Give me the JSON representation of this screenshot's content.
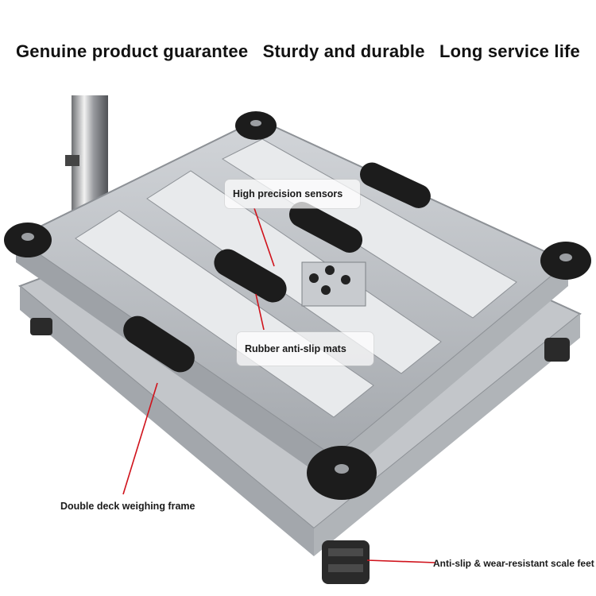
{
  "headline": {
    "items": [
      "Genuine product guarantee",
      "Sturdy and durable",
      "Long service life"
    ]
  },
  "callouts": {
    "sensors": "High precision sensors",
    "mats": "Rubber anti-slip mats",
    "frame": "Double deck weighing frame",
    "feet": "Anti-slip & wear-resistant scale feet"
  },
  "colors": {
    "frame": "#b9bcc0",
    "frame_dark": "#8d9196",
    "rubber": "#1c1c1c",
    "pointer": "#d0121b"
  }
}
